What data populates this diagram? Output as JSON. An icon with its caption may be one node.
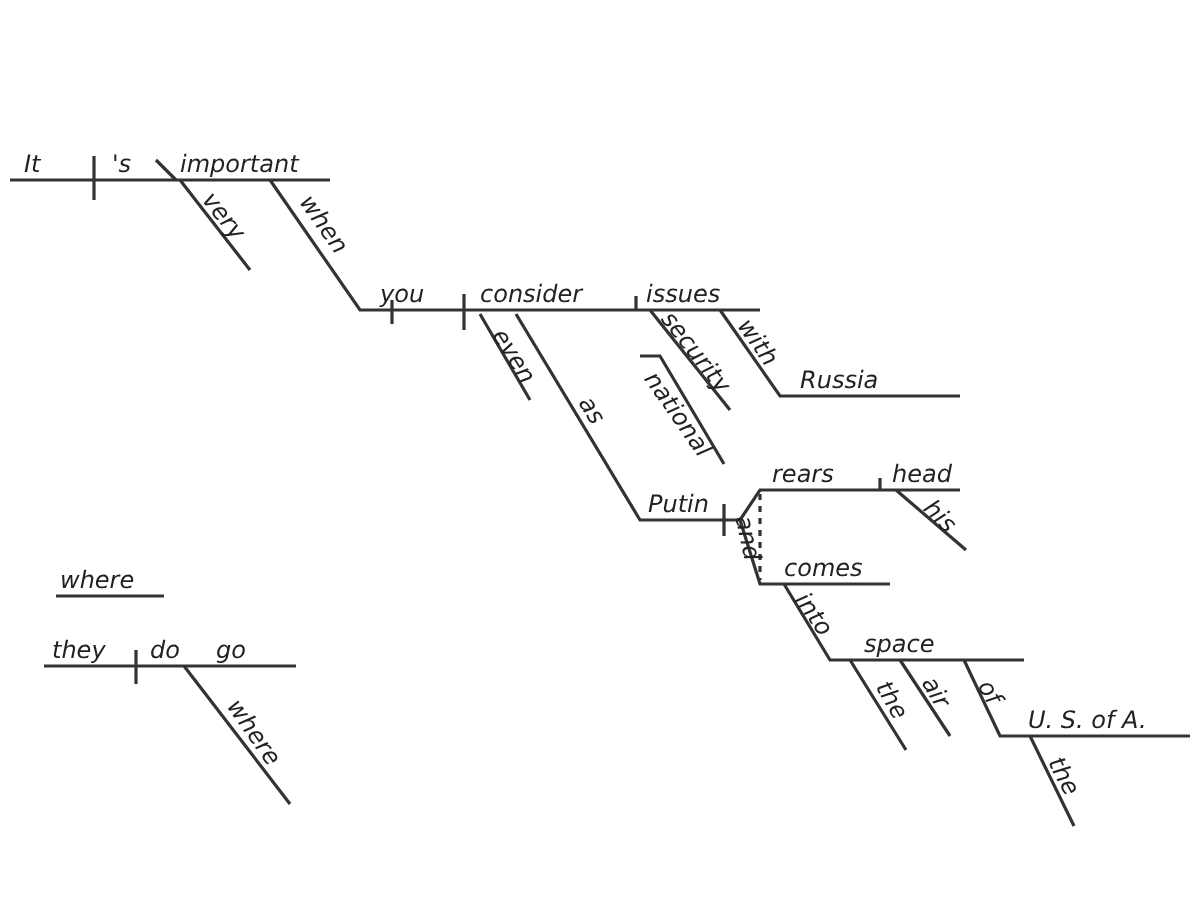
{
  "diagram": {
    "labels": [
      "It",
      "'s",
      "important",
      "very",
      "when",
      "you",
      "consider",
      "issues",
      "even",
      "as",
      "security",
      "with",
      "national",
      "Russia",
      "Putin",
      "rears",
      "head",
      "and",
      "his",
      "comes",
      "into",
      "space",
      "the",
      "air",
      "of",
      "U. S. of A.",
      "the",
      "where",
      "they",
      "do",
      "go",
      "where"
    ]
  }
}
